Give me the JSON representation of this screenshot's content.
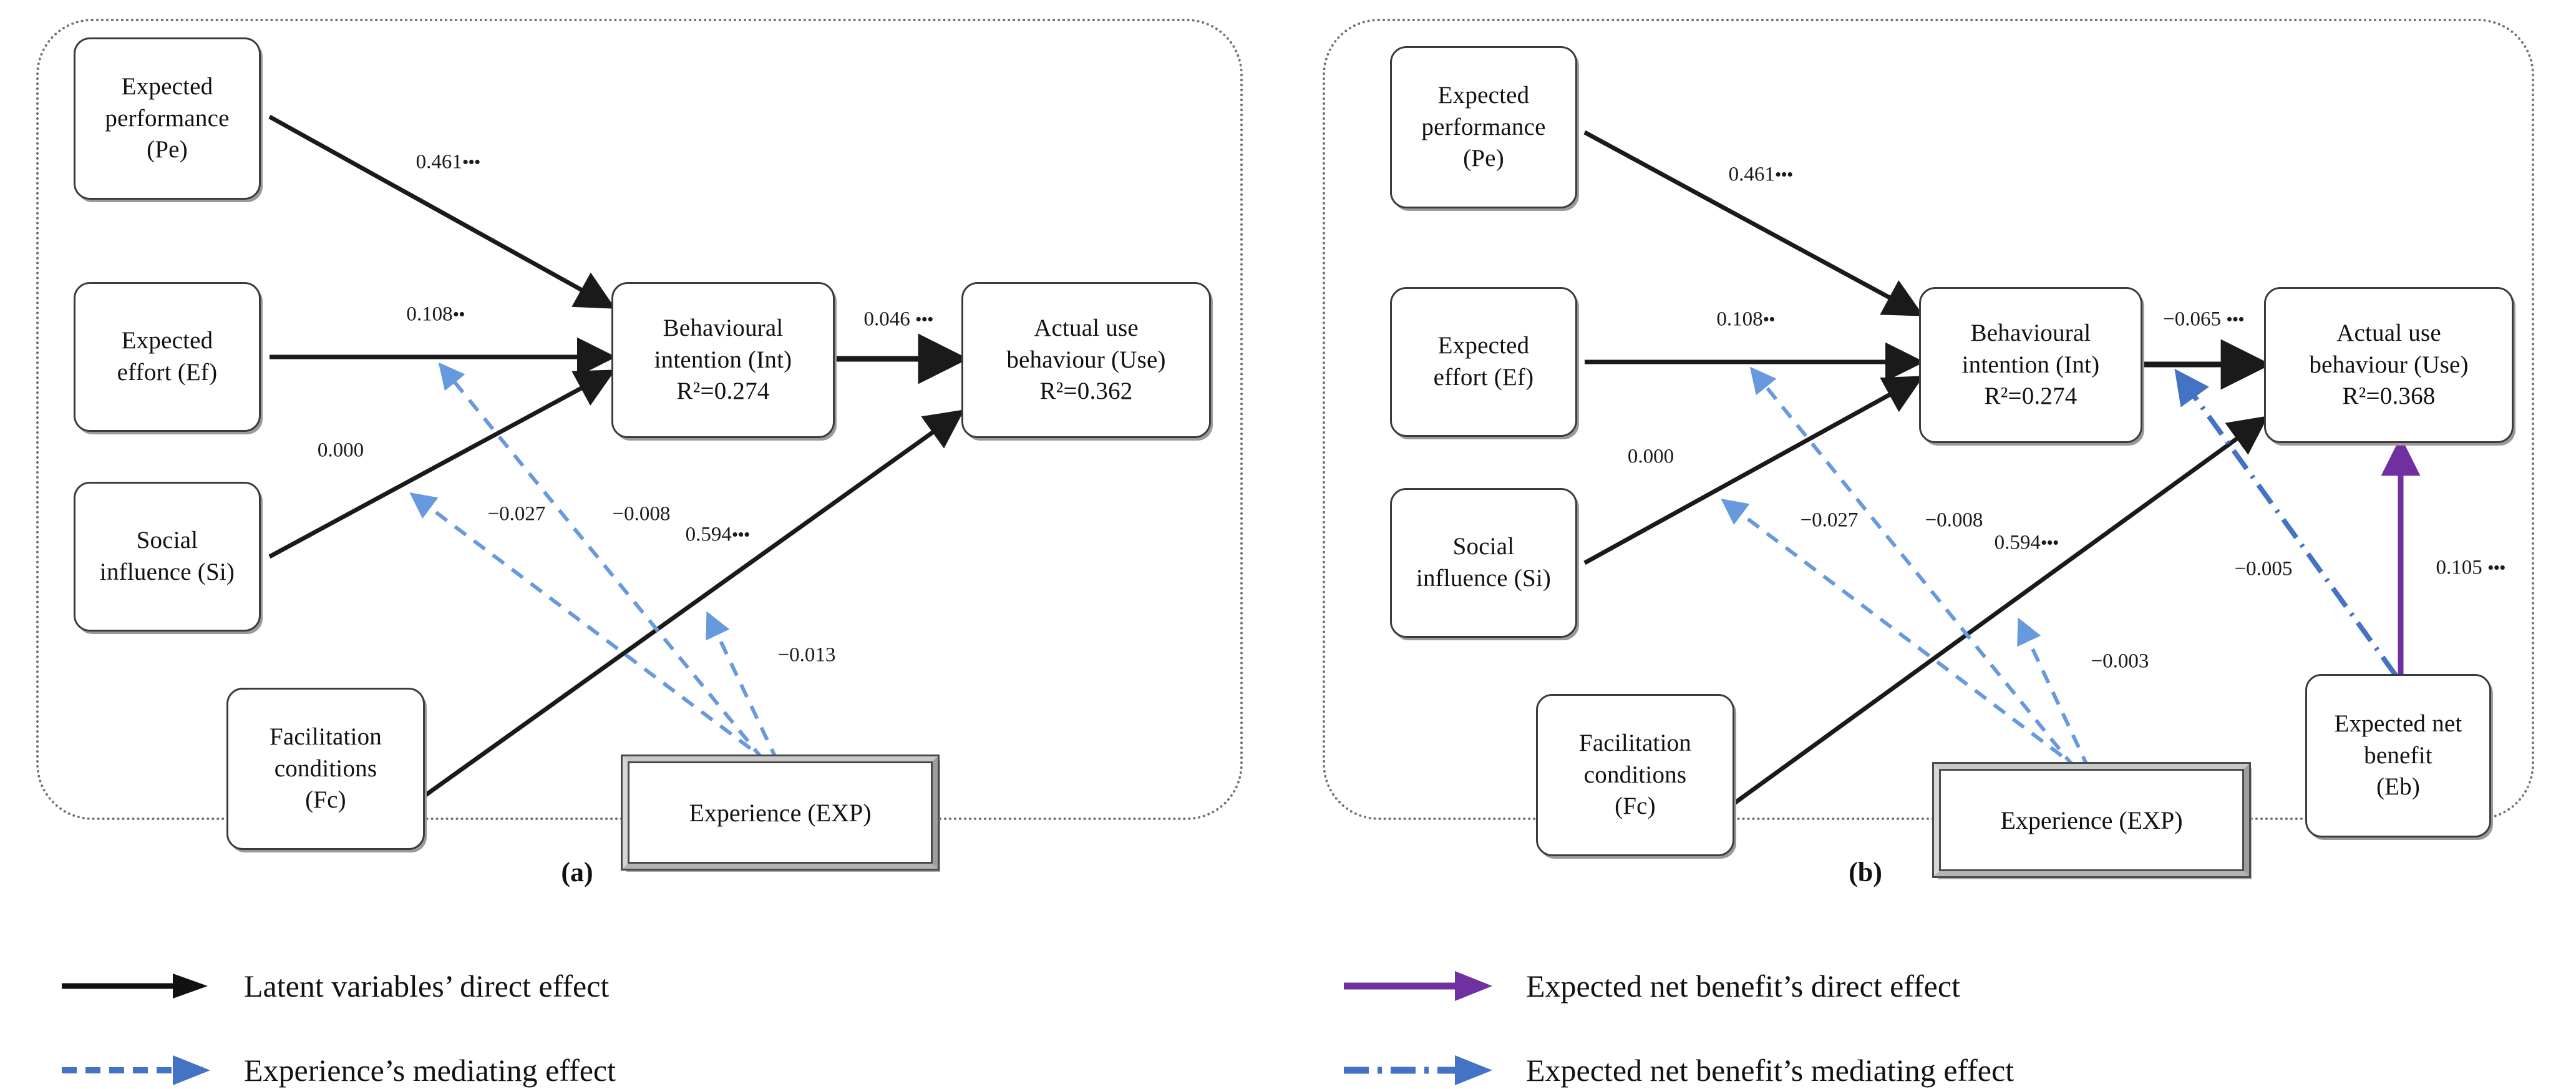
{
  "figure": {
    "type": "path-diagram",
    "panels": [
      {
        "id": "a",
        "caption": "(a)",
        "nodes": [
          {
            "id": "pe",
            "lines": [
              "Expected",
              "performance",
              "(Pe)"
            ]
          },
          {
            "id": "ef",
            "lines": [
              "Expected",
              "effort (Ef)"
            ]
          },
          {
            "id": "si",
            "lines": [
              "Social",
              "influence (Si)"
            ]
          },
          {
            "id": "fc",
            "lines": [
              "Facilitation",
              "conditions",
              "(Fc)"
            ]
          },
          {
            "id": "int",
            "lines": [
              "Behavioural",
              "intention (Int)",
              "R²=0.274"
            ]
          },
          {
            "id": "use",
            "lines": [
              "Actual use",
              "behaviour (Use)",
              "R²=0.362"
            ]
          },
          {
            "id": "exp",
            "lines": [
              "Experience (EXP)"
            ]
          }
        ],
        "edges": [
          {
            "from": "pe",
            "to": "int",
            "kind": "direct",
            "value": "0.461",
            "stars": "•••"
          },
          {
            "from": "ef",
            "to": "int",
            "kind": "direct",
            "value": "0.108",
            "stars": "••"
          },
          {
            "from": "si",
            "to": "int",
            "kind": "direct",
            "value": "0.000",
            "stars": ""
          },
          {
            "from": "fc",
            "to": "use",
            "kind": "direct",
            "value": "0.594",
            "stars": "•••"
          },
          {
            "from": "int",
            "to": "use",
            "kind": "direct",
            "value": "0.046",
            "stars": "•••"
          },
          {
            "from": "exp",
            "to": "ef",
            "kind": "mediating",
            "value": "−0.027",
            "stars": ""
          },
          {
            "from": "exp",
            "to": "si",
            "kind": "mediating",
            "value": "−0.008",
            "stars": ""
          },
          {
            "from": "exp",
            "to": "fc",
            "kind": "mediating",
            "value": "−0.013",
            "stars": ""
          }
        ]
      },
      {
        "id": "b",
        "caption": "(b)",
        "nodes": [
          {
            "id": "pe",
            "lines": [
              "Expected",
              "performance",
              "(Pe)"
            ]
          },
          {
            "id": "ef",
            "lines": [
              "Expected",
              "effort (Ef)"
            ]
          },
          {
            "id": "si",
            "lines": [
              "Social",
              "influence (Si)"
            ]
          },
          {
            "id": "fc",
            "lines": [
              "Facilitation",
              "conditions",
              "(Fc)"
            ]
          },
          {
            "id": "int",
            "lines": [
              "Behavioural",
              "intention (Int)",
              "R²=0.274"
            ]
          },
          {
            "id": "use",
            "lines": [
              "Actual use",
              "behaviour (Use)",
              "R²=0.368"
            ]
          },
          {
            "id": "exp",
            "lines": [
              "Experience (EXP)"
            ]
          },
          {
            "id": "eb",
            "lines": [
              "Expected net",
              "benefit",
              "(Eb)"
            ]
          }
        ],
        "edges": [
          {
            "from": "pe",
            "to": "int",
            "kind": "direct",
            "value": "0.461",
            "stars": "•••"
          },
          {
            "from": "ef",
            "to": "int",
            "kind": "direct",
            "value": "0.108",
            "stars": "••"
          },
          {
            "from": "si",
            "to": "int",
            "kind": "direct",
            "value": "0.000",
            "stars": ""
          },
          {
            "from": "fc",
            "to": "use",
            "kind": "direct",
            "value": "0.594",
            "stars": "•••"
          },
          {
            "from": "int",
            "to": "use",
            "kind": "direct",
            "value": "−0.065",
            "stars": "•••"
          },
          {
            "from": "exp",
            "to": "ef",
            "kind": "mediating",
            "value": "−0.027",
            "stars": ""
          },
          {
            "from": "exp",
            "to": "si",
            "kind": "mediating",
            "value": "−0.008",
            "stars": ""
          },
          {
            "from": "exp",
            "to": "fc",
            "kind": "mediating",
            "value": "−0.003",
            "stars": ""
          },
          {
            "from": "eb",
            "to": "use",
            "kind": "eb-direct",
            "value": "0.105",
            "stars": "•••"
          },
          {
            "from": "eb",
            "to": "int",
            "kind": "eb-mediating",
            "value": "−0.005",
            "stars": ""
          }
        ]
      }
    ]
  },
  "labels": {
    "a": {
      "pe_int": "0.461",
      "pe_int_stars": "•••",
      "ef_int": "0.108",
      "ef_int_stars": "••",
      "si_int": "0.000",
      "si_int_stars": "",
      "fc_use": "0.594",
      "fc_use_stars": "•••",
      "int_use": "0.046",
      "int_use_stars": "•••",
      "exp_ef": "−0.027",
      "exp_si": "−0.008",
      "exp_fc": "−0.013"
    },
    "b": {
      "pe_int": "0.461",
      "pe_int_stars": "•••",
      "ef_int": "0.108",
      "ef_int_stars": "••",
      "si_int": "0.000",
      "si_int_stars": "",
      "fc_use": "0.594",
      "fc_use_stars": "•••",
      "int_use": "−0.065",
      "int_use_stars": "•••",
      "exp_ef": "−0.027",
      "exp_si": "−0.008",
      "exp_fc": "−0.003",
      "eb_int": "−0.005",
      "eb_use": "0.105",
      "eb_use_stars": "•••"
    }
  },
  "nodes_a": {
    "pe": {
      "l1": "Expected",
      "l2": "performance",
      "l3": "(Pe)"
    },
    "ef": {
      "l1": "Expected",
      "l2": "effort (Ef)"
    },
    "si": {
      "l1": "Social",
      "l2": "influence (Si)"
    },
    "fc": {
      "l1": "Facilitation",
      "l2": "conditions",
      "l3": "(Fc)"
    },
    "int": {
      "l1": "Behavioural",
      "l2": "intention (Int)",
      "r2": "R²=0.274"
    },
    "use": {
      "l1": "Actual use",
      "l2": "behaviour (Use)",
      "r2": "R²=0.362"
    },
    "exp": {
      "l1": "Experience (EXP)"
    }
  },
  "nodes_b": {
    "pe": {
      "l1": "Expected",
      "l2": "performance",
      "l3": "(Pe)"
    },
    "ef": {
      "l1": "Expected",
      "l2": "effort (Ef)"
    },
    "si": {
      "l1": "Social",
      "l2": "influence (Si)"
    },
    "fc": {
      "l1": "Facilitation",
      "l2": "conditions",
      "l3": "(Fc)"
    },
    "int": {
      "l1": "Behavioural",
      "l2": "intention (Int)",
      "r2": "R²=0.274"
    },
    "use": {
      "l1": "Actual use",
      "l2": "behaviour (Use)",
      "r2": "R²=0.368"
    },
    "exp": {
      "l1": "Experience (EXP)"
    },
    "eb": {
      "l1": "Expected net",
      "l2": "benefit",
      "l3": "(Eb)"
    }
  },
  "captions": {
    "a": "(a)",
    "b": "(b)"
  },
  "legend": {
    "items": [
      {
        "key": "latent-direct",
        "style": "solid-black",
        "text": "Latent variables’ direct effect"
      },
      {
        "key": "experience-mediating",
        "style": "dashed-blue",
        "text": "Experience’s mediating effect"
      },
      {
        "key": "eb-direct",
        "style": "solid-purple",
        "text": "Expected net benefit’s direct effect"
      },
      {
        "key": "eb-mediating",
        "style": "dashdot-blue",
        "text": "Expected net benefit’s mediating effect"
      }
    ]
  },
  "colors": {
    "direct": "#1a1a1a",
    "mediating_blue": "#6699DD",
    "eb_mediating_blue": "#4472C4",
    "eb_direct_purple": "#7030A0",
    "node_border": "#3b3b3b",
    "frame_dotted": "#6e6e6e",
    "background": "#ffffff"
  }
}
